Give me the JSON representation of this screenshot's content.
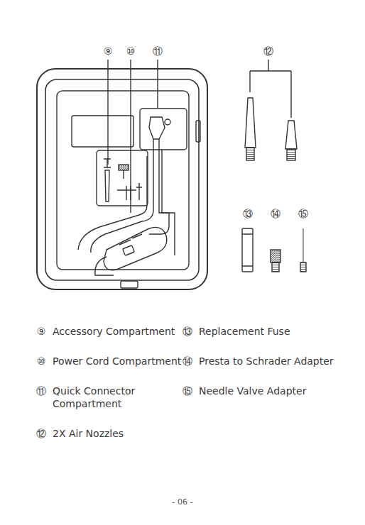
{
  "diagram": {
    "labels": [
      "⑨",
      "⑩",
      "⑪",
      "⑫",
      "⑬",
      "⑭",
      "⑮",
      "⑨",
      "Accessory Compartment",
      "⑬",
      "Replacement Fuse",
      "⑩",
      "Power Cord Compartment",
      "⑭",
      "Presta to Schrader Adapter",
      "⑪",
      "Quick Connector Compartment",
      "⑮",
      "Needle Valve Adapter",
      "⑫",
      "2X Air Nozzles",
      "- 06 -"
    ]
  }
}
